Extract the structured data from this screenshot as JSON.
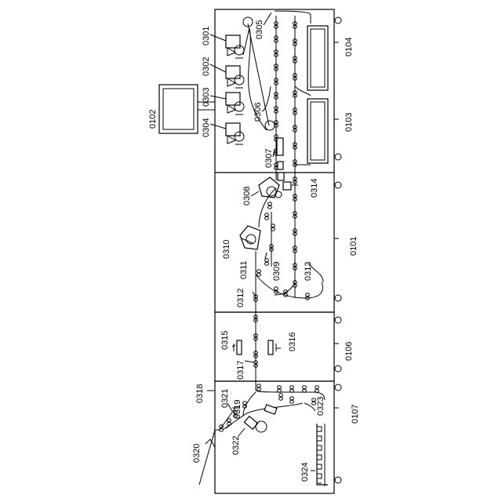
{
  "labels": {
    "l0301": "0301",
    "l0302": "0302",
    "l0303": "0303",
    "l0304": "0304",
    "l0305": "0305",
    "l0306": "0306",
    "l0307": "0307",
    "l0308": "0308",
    "l0309": "0309",
    "l0310": "0310",
    "l0311": "0311",
    "l0312": "0312",
    "l0313": "0313",
    "l0314": "0314",
    "l0315": "0315",
    "l0316": "0316",
    "l0317": "0317",
    "l0318": "0318",
    "l0319": "0319",
    "l0320": "0320",
    "l0321": "0321",
    "l0322": "0322",
    "l0323": "0323",
    "l0324": "0324",
    "l0101": "0101",
    "l0102": "0102",
    "l0103": "0103",
    "l0104": "0104",
    "l0106": "0106",
    "l0107": "0107"
  }
}
